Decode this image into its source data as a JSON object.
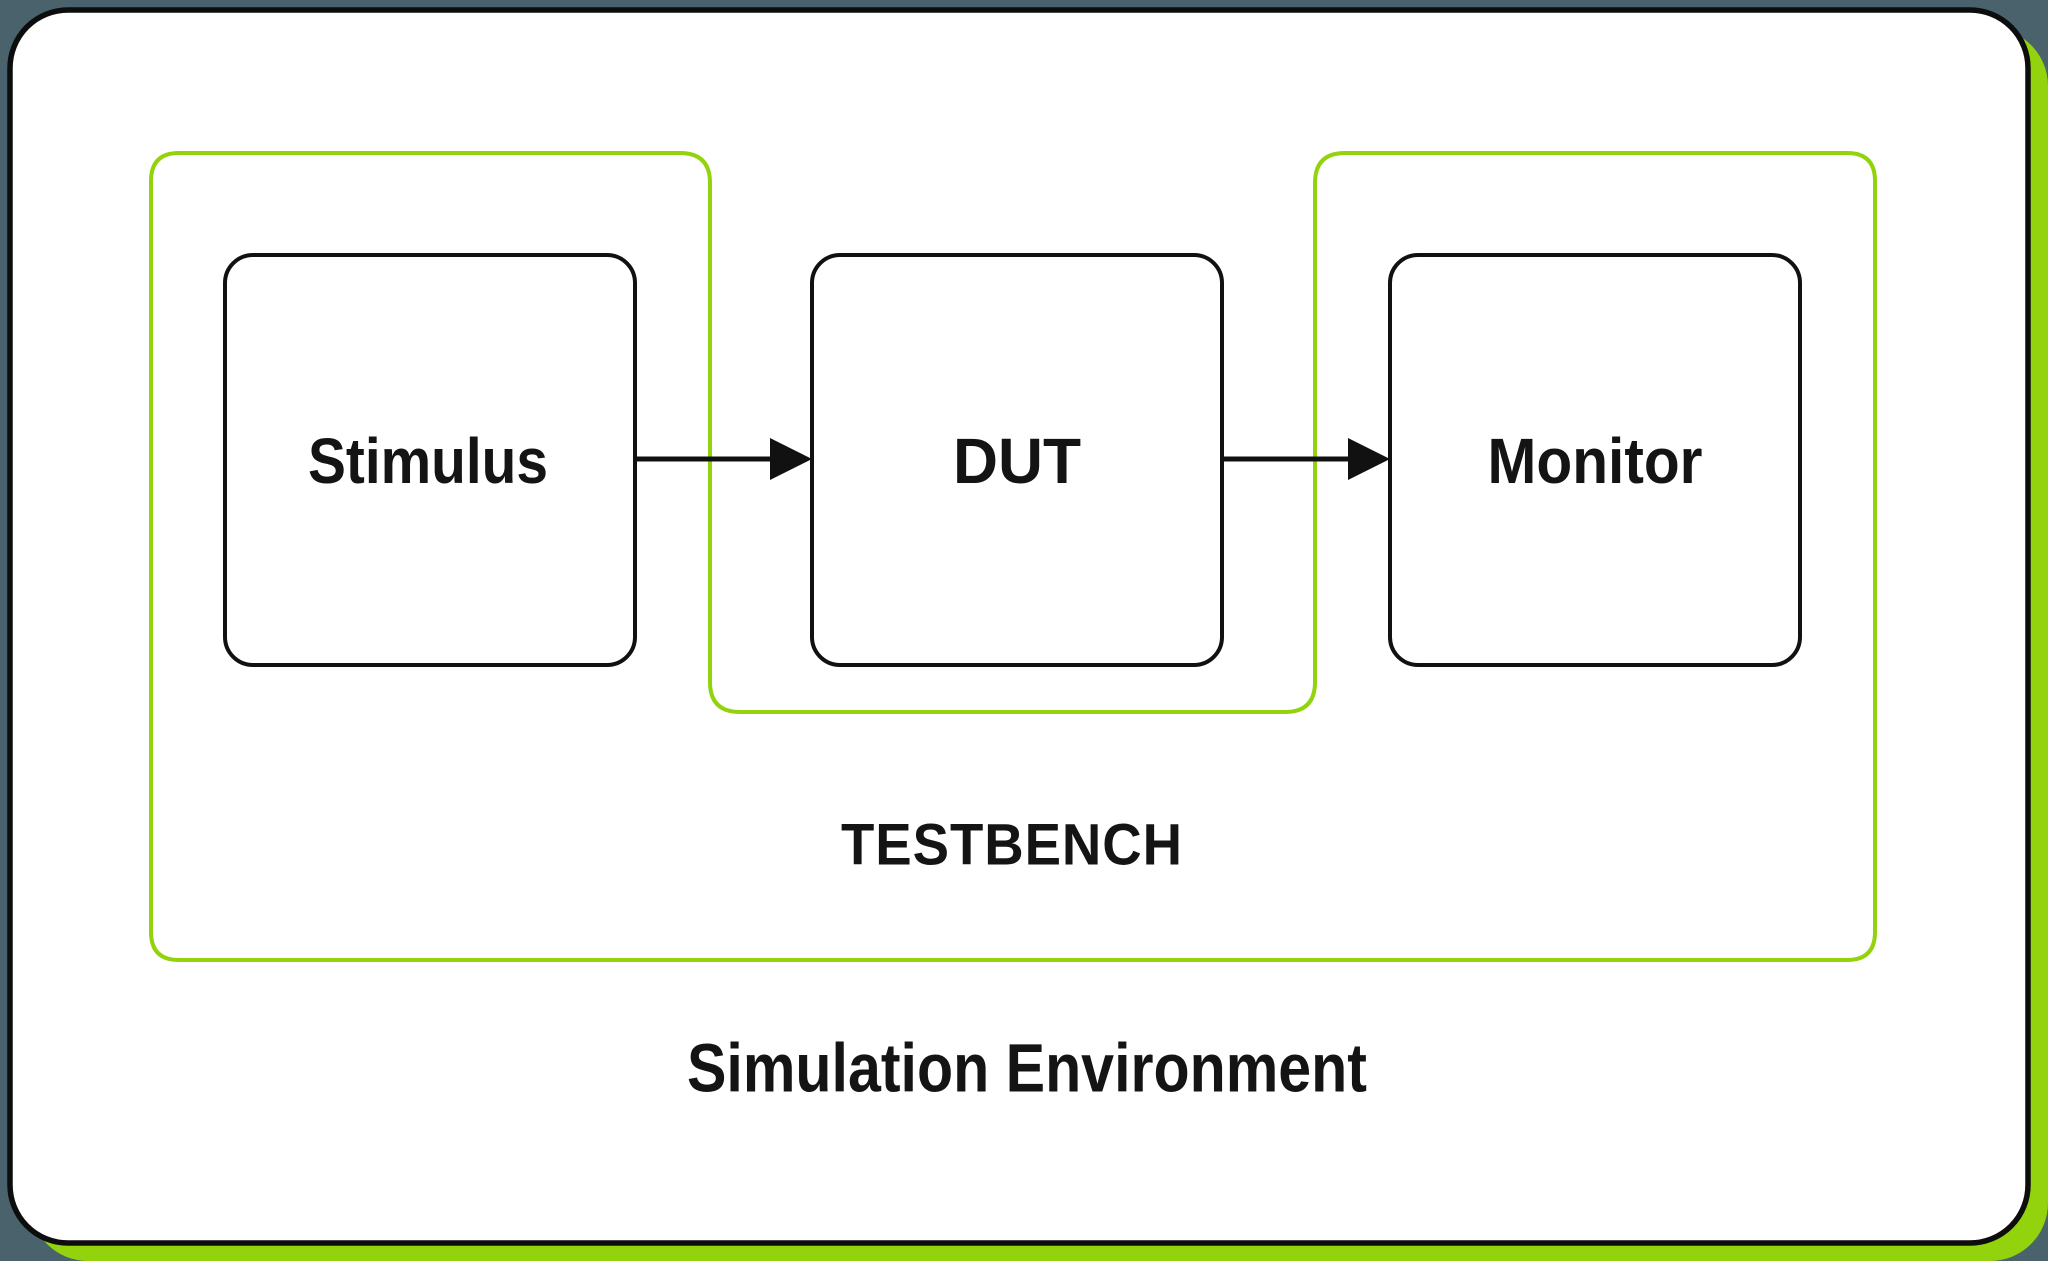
{
  "colors": {
    "page_background": "#4a626c",
    "card_fill": "#ffffff",
    "card_border": "#0d0d0d",
    "accent_lime": "#93d30d",
    "box_border": "#111111",
    "text": "#141414"
  },
  "diagram": {
    "environment_label": "Simulation Environment",
    "testbench_label": "TESTBENCH",
    "nodes": [
      {
        "id": "stimulus",
        "label": "Stimulus"
      },
      {
        "id": "dut",
        "label": "DUT"
      },
      {
        "id": "monitor",
        "label": "Monitor"
      }
    ],
    "connections": [
      {
        "from": "stimulus",
        "to": "dut"
      },
      {
        "from": "dut",
        "to": "monitor"
      }
    ]
  }
}
